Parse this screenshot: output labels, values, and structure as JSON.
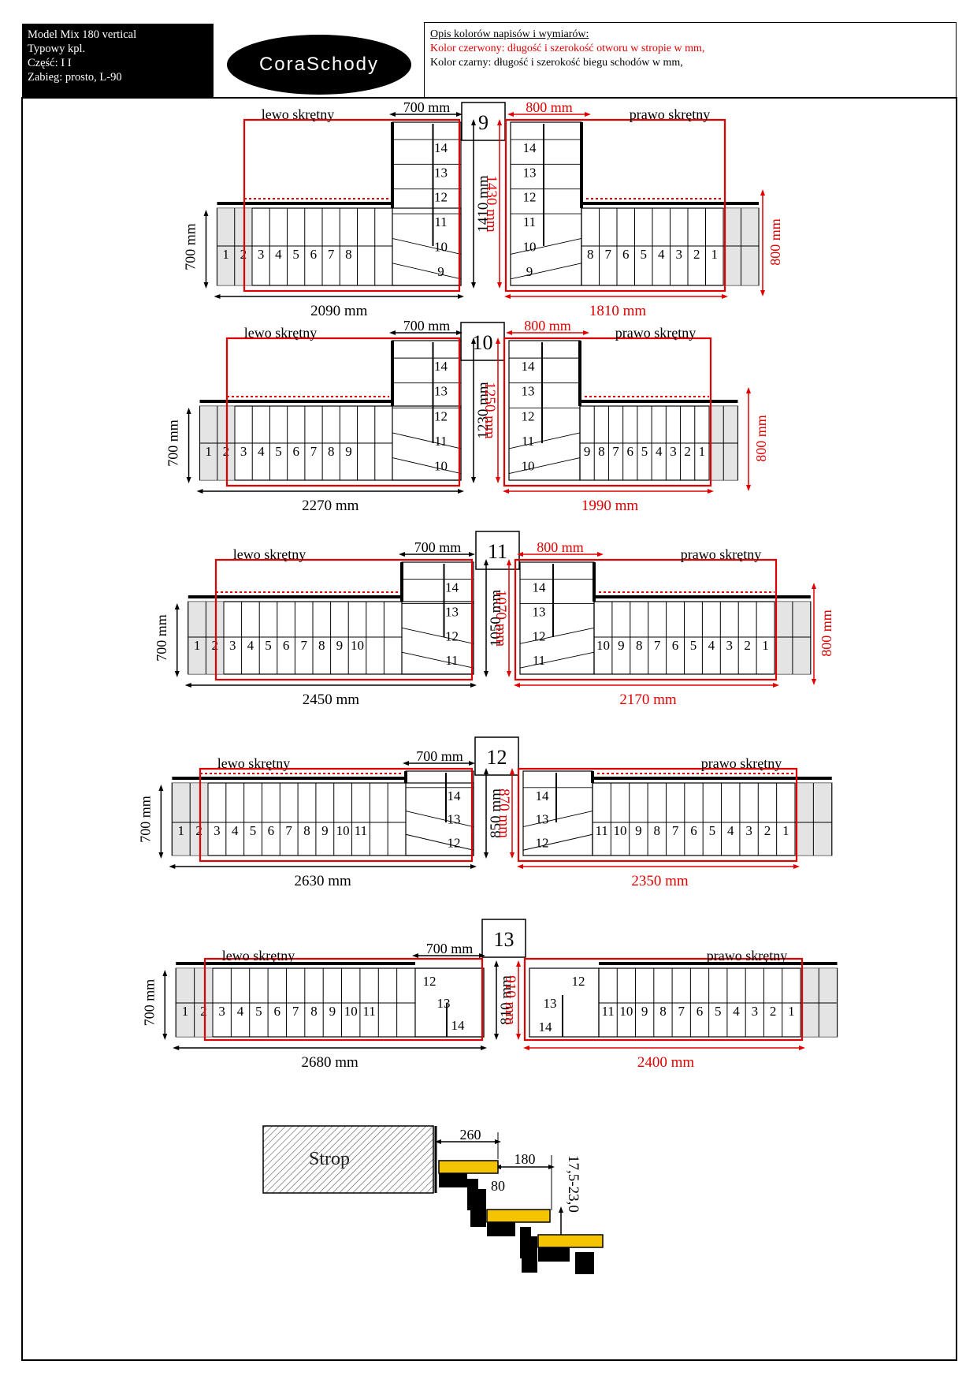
{
  "header": {
    "model": "Model Mix 180 vertical",
    "type": "Typowy kpl.",
    "part": "Część: I I",
    "turn": "Zabieg: prosto, L-90"
  },
  "logo": {
    "text": "CoraSchody"
  },
  "legend": {
    "title": "Opis kolorów napisów i wymiarów:",
    "red_line": "Kolor czerwony: długość i szerokość otworu w stropie w mm,",
    "black_line": "Kolor czarny: długość i szerokość biegu schodów w mm,"
  },
  "colors": {
    "red": "#e00000",
    "black": "#000000",
    "tread": "#f5c400",
    "side_gray": "#e4e4e4"
  },
  "labels": {
    "left": "lewo skrętny",
    "right": "prawo skrętny"
  },
  "configs": [
    {
      "id": "9",
      "width": "700 mm",
      "hole_width": "800 mm",
      "left_length": "2090 mm",
      "right_length": "1810 mm",
      "run_height": "1410 mm",
      "hole_height": "1430 mm",
      "side": "700 mm",
      "hole_side": "800 mm",
      "left_straight": [
        "1",
        "2",
        "3",
        "4",
        "5",
        "6",
        "7",
        "8"
      ],
      "left_winder": [
        "9",
        "10",
        "11",
        "12",
        "13",
        "14"
      ],
      "right_straight": [
        "8",
        "7",
        "6",
        "5",
        "4",
        "3",
        "2",
        "1"
      ],
      "right_winder": [
        "9",
        "10",
        "11",
        "12",
        "13",
        "14"
      ]
    },
    {
      "id": "10",
      "width": "700 mm",
      "hole_width": "800 mm",
      "left_length": "2270 mm",
      "right_length": "1990 mm",
      "run_height": "1230 mm",
      "hole_height": "1250 mm",
      "side": "700 mm",
      "hole_side": "800 mm",
      "left_straight": [
        "1",
        "2",
        "3",
        "4",
        "5",
        "6",
        "7",
        "8",
        "9"
      ],
      "left_winder": [
        "10",
        "11",
        "12",
        "13",
        "14"
      ],
      "right_straight": [
        "9",
        "8",
        "7",
        "6",
        "5",
        "4",
        "3",
        "2",
        "1"
      ],
      "right_winder": [
        "10",
        "11",
        "12",
        "13",
        "14"
      ]
    },
    {
      "id": "11",
      "width": "700 mm",
      "hole_width": "800 mm",
      "left_length": "2450 mm",
      "right_length": "2170 mm",
      "run_height": "1050 mm",
      "hole_height": "1070 mm",
      "side": "700 mm",
      "hole_side": "800 mm",
      "left_straight": [
        "1",
        "2",
        "3",
        "4",
        "5",
        "6",
        "7",
        "8",
        "9",
        "10"
      ],
      "left_winder": [
        "11",
        "12",
        "13",
        "14"
      ],
      "right_straight": [
        "10",
        "9",
        "8",
        "7",
        "6",
        "5",
        "4",
        "3",
        "2",
        "1"
      ],
      "right_winder": [
        "11",
        "12",
        "13",
        "14"
      ]
    },
    {
      "id": "12",
      "width": "700 mm",
      "left_length": "2630 mm",
      "right_length": "2350 mm",
      "run_height": "850 mm",
      "hole_height": "870 mm",
      "side": "700 mm",
      "left_straight": [
        "1",
        "2",
        "3",
        "4",
        "5",
        "6",
        "7",
        "8",
        "9",
        "10",
        "11"
      ],
      "left_winder": [
        "12",
        "13",
        "14"
      ],
      "right_straight": [
        "11",
        "10",
        "9",
        "8",
        "7",
        "6",
        "5",
        "4",
        "3",
        "2",
        "1"
      ],
      "right_winder": [
        "12",
        "13",
        "14"
      ]
    },
    {
      "id": "13",
      "width": "700 mm",
      "left_length": "2680 mm",
      "right_length": "2400 mm",
      "run_height": "810 mm",
      "hole_height": "910 mm",
      "side": "700 mm",
      "left_straight": [
        "1",
        "2",
        "3",
        "4",
        "5",
        "6",
        "7",
        "8",
        "9",
        "10",
        "11"
      ],
      "left_winder": [
        "12",
        "13",
        "14"
      ],
      "right_straight": [
        "11",
        "10",
        "9",
        "8",
        "7",
        "6",
        "5",
        "4",
        "3",
        "2",
        "1"
      ],
      "right_winder": [
        "12",
        "13",
        "14"
      ]
    }
  ],
  "section": {
    "strop": "Strop",
    "tread_depth": "260",
    "going": "180",
    "overlap": "80",
    "rise": "17,5-23,0"
  }
}
